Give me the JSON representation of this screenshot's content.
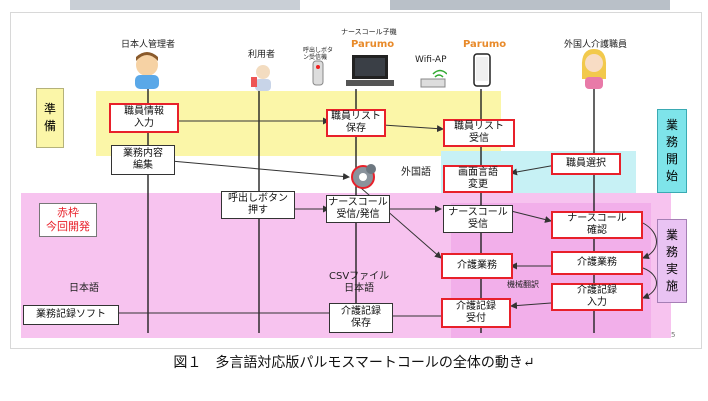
{
  "actors": {
    "admin": "日本人管理者",
    "user": "利用者",
    "nurse_call_label": "ナースコール子機",
    "call_button_label": "呼出しボタン受信機",
    "wifi": "Wifi-AP",
    "foreign_staff": "外国人介護職員",
    "brand_laptop": "Parumo",
    "brand_phone": "Parumo"
  },
  "side_labels": {
    "prep": "準\n備",
    "work_start": "業\n務\n開\n始",
    "work_exec": "業\n務\n実\n施",
    "red_frame": "赤枠\n今回開発"
  },
  "boxes": {
    "staff_info": "職員情報\n入力",
    "work_edit": "業務内容\n編集",
    "list_save": "職員リスト\n保存",
    "list_receive": "職員リスト\n受信",
    "staff_select": "職員選択",
    "lang_change": "画面言語\n変更",
    "call_button": "呼出しボタン\n押す",
    "nurse_call_send": "ナースコール\n受信/発信",
    "nurse_call_recv": "ナースコール\n受信",
    "nurse_call_confirm": "ナースコール\n確認",
    "care_work_phone": "介護業務",
    "care_work_staff": "介護業務",
    "care_record_input": "介護記録\n入力",
    "care_record_recv": "介護記録\n受付",
    "care_record_save": "介護記録\n保存",
    "record_soft": "業務記録ソフト"
  },
  "labels": {
    "foreign_lang": "外国語",
    "japanese": "日本語",
    "csv": "CSVファイル\n日本語",
    "machine_translation": "機械翻訳",
    "page_mark": "5"
  },
  "caption": "図１　多言語対応版パルモスマートコールの全体の動き↵",
  "colors": {
    "red": "#e8202a",
    "yellow": "#fbf6a8",
    "pink": "#f7c3ef",
    "cyan": "#c7f1f5",
    "brand": "#e88a2a"
  }
}
